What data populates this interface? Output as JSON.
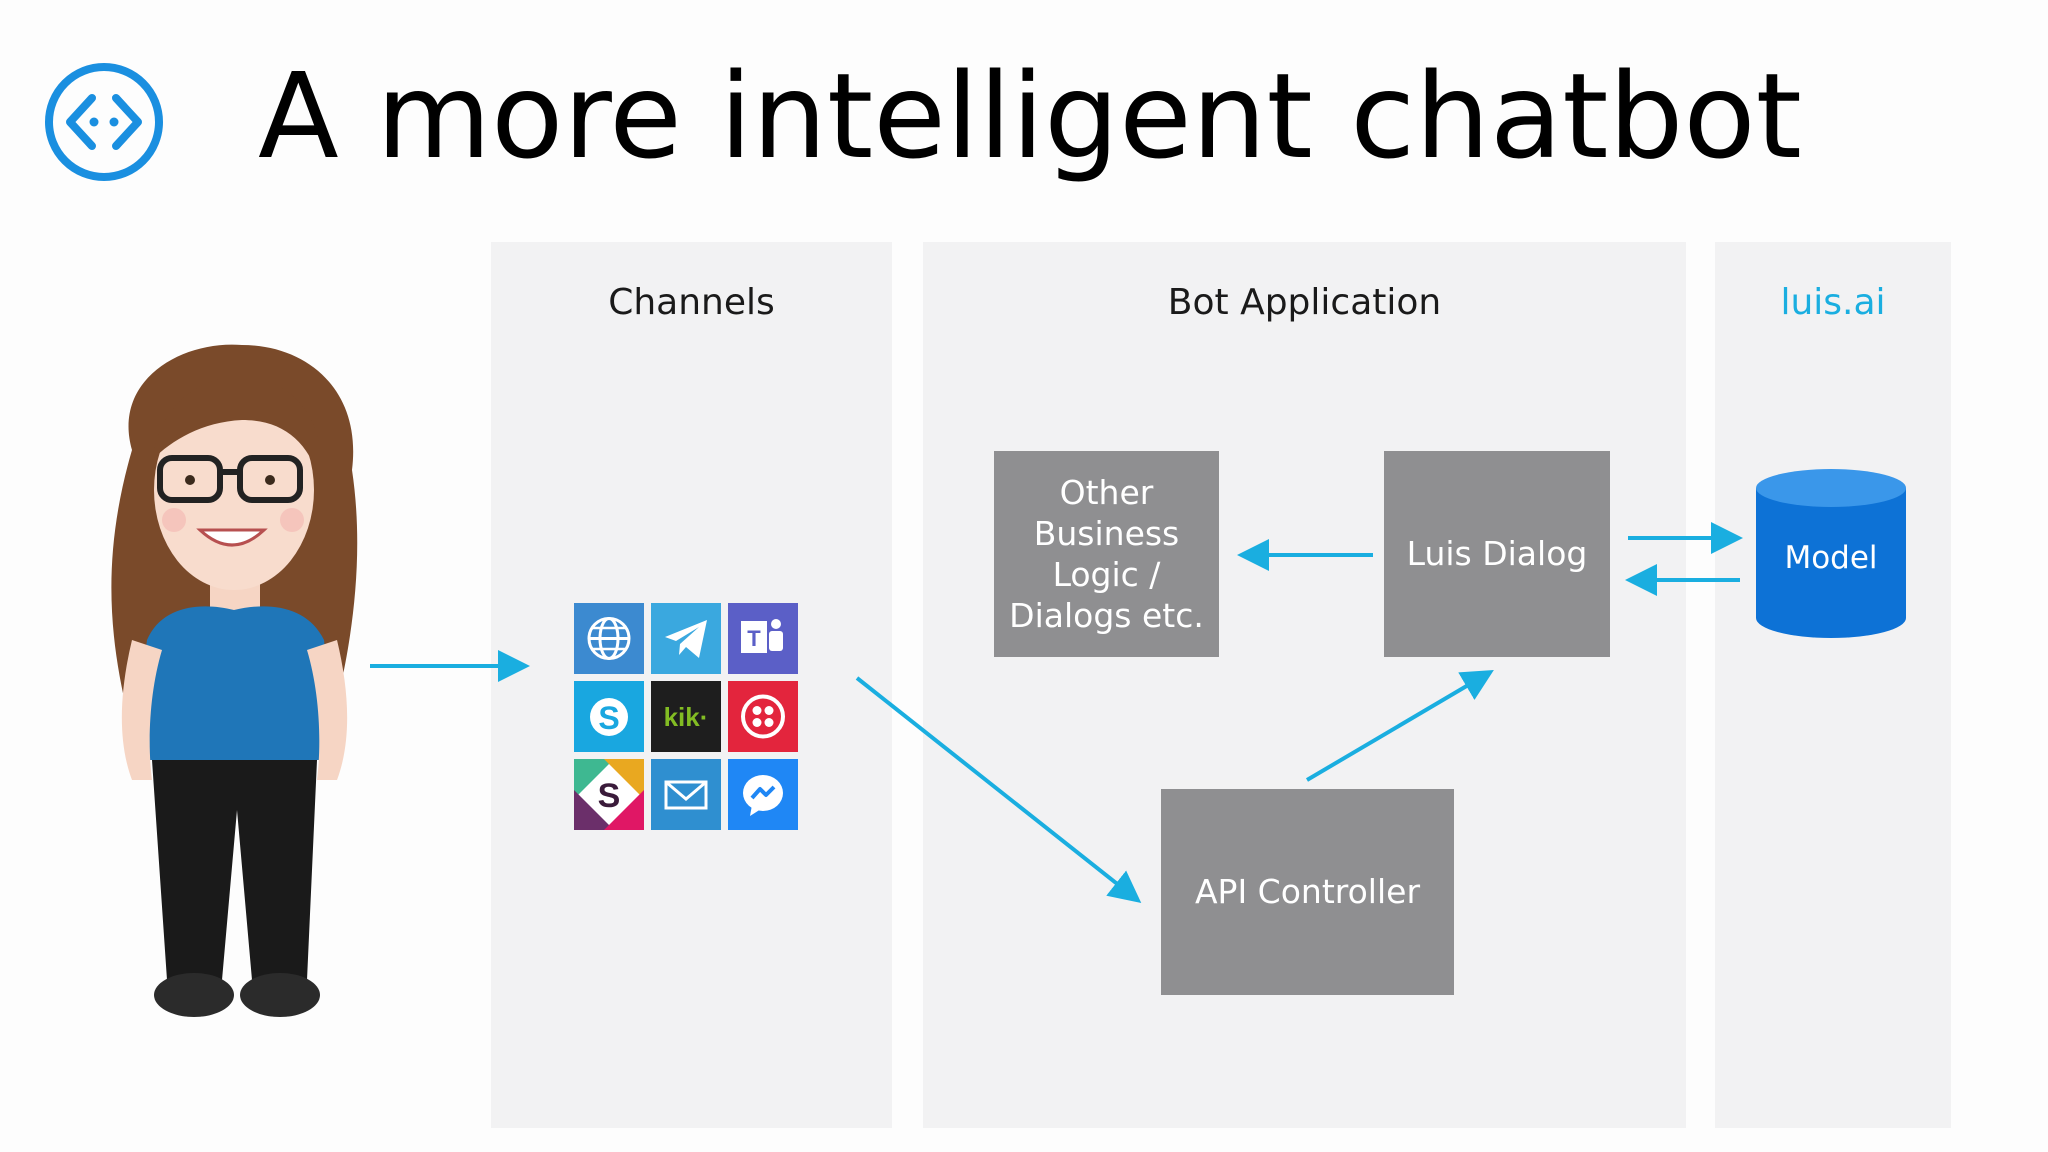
{
  "slide": {
    "title": "A more intelligent chatbot",
    "accent_color": "#1aaee0",
    "logo_icon": "bot-service-icon"
  },
  "panels": {
    "channels": {
      "title": "Channels"
    },
    "bot": {
      "title": "Bot Application"
    },
    "luis": {
      "title": "luis.ai"
    }
  },
  "boxes": {
    "other": "Other Business Logic / Dialogs etc.",
    "luis_dialog": "Luis Dialog",
    "api_controller": "API Controller"
  },
  "model": {
    "label": "Model",
    "color": "#0d72d6"
  },
  "channel_icons": [
    {
      "icon": "web-chat-icon",
      "color": "#3c8ad0"
    },
    {
      "icon": "telegram-icon",
      "color": "#3aa8df"
    },
    {
      "icon": "teams-icon",
      "color": "#5b5fc7"
    },
    {
      "icon": "skype-icon",
      "color": "#19a7e0"
    },
    {
      "icon": "kik-icon",
      "color": "#1e1e1e",
      "text": "kik·"
    },
    {
      "icon": "twilio-icon",
      "color": "#e3253d"
    },
    {
      "icon": "slack-icon",
      "color": "#6b2f6a"
    },
    {
      "icon": "email-icon",
      "color": "#2f8fd0"
    },
    {
      "icon": "messenger-icon",
      "color": "#1f87f5"
    }
  ]
}
